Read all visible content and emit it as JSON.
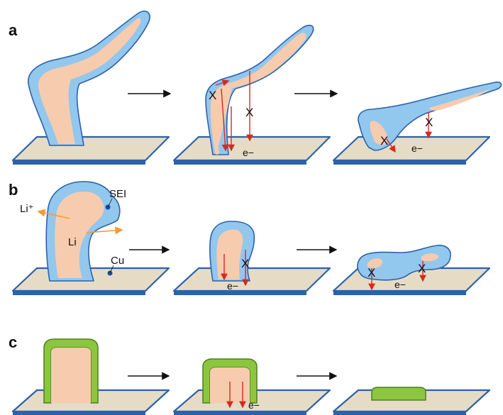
{
  "panels": {
    "a": {
      "label": "a",
      "electron": [
        "e−",
        "e−"
      ],
      "crosses": [
        "X",
        "X",
        "X",
        "X"
      ]
    },
    "b": {
      "label": "b",
      "sei": "SEI",
      "li_ion": "Li⁺",
      "li": "Li",
      "cu": "Cu",
      "electron": [
        "e−",
        "e−"
      ],
      "crosses": [
        "X",
        "X",
        "X"
      ]
    },
    "c": {
      "label": "c",
      "electron": [
        "e−"
      ]
    }
  },
  "colors": {
    "sei": "#92c7ee",
    "lithium": "#f7cbae",
    "substrate": "#e6dcc6",
    "outline": "#2d62a8",
    "shell": "#8cc63f",
    "arrow_red": "#d42a20",
    "arrow_orange": "#f29a3b"
  }
}
